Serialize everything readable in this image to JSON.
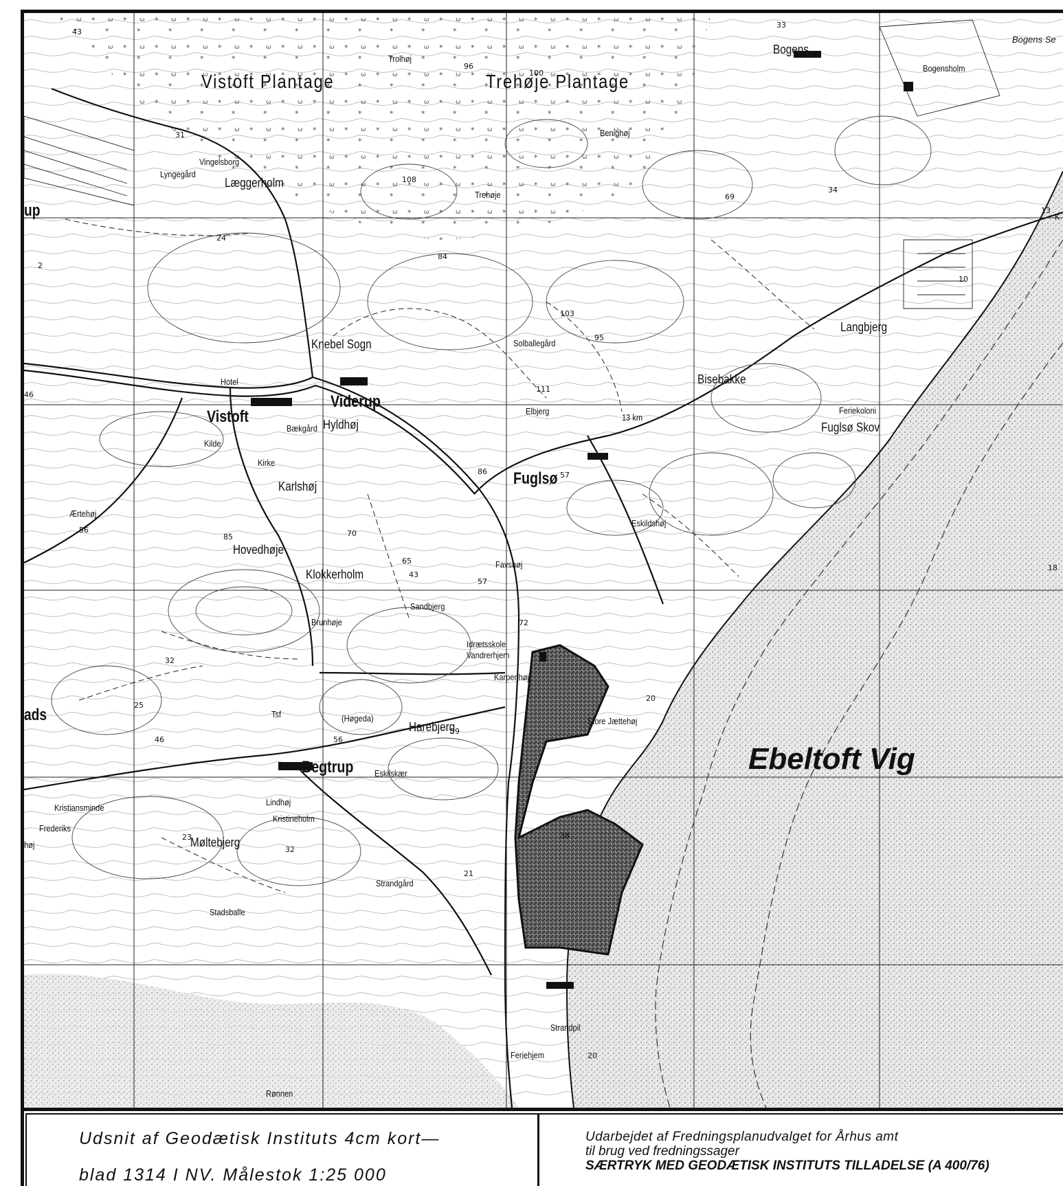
{
  "map": {
    "places": {
      "vistoft_plantage": "Vistoft Plantage",
      "trehoje_plantage": "Trehøje Plantage",
      "trolhoj": "Trolhøj",
      "bogens": "Bogens",
      "bogens_se": "Bogens Se",
      "bogensholm": "Bogensholm",
      "lyngegard": "Lyngegård",
      "vingelsborg": "Vingelsborg",
      "laeggerholm": "Læggerholm",
      "trehoje": "Trehøje",
      "benighoj": "Benighøj",
      "knebel_sogn": "Knebel Sogn",
      "solballegard": "Solballegård",
      "hotel": "Hotel",
      "viderup": "Viderup",
      "vistoft": "Vistoft",
      "baekgard": "Bækgård",
      "hyldhoj": "Hyldhøj",
      "kilde": "Kilde",
      "kirke": "Kirke",
      "karlshoj": "Karlshøj",
      "elbjerg": "Elbjerg",
      "km_marker": "13 km",
      "bisebakke": "Bisebakke",
      "langbjerg": "Langbjerg",
      "ferriekoloni": "Feriekoloni",
      "fuglsoe_skov": "Fuglsø Skov",
      "fuglso": "Fuglsø",
      "ertehoj": "Ærtehøj",
      "hovedhoje": "Hovedhøje",
      "eskildshoj": "Eskildshøj",
      "klokkerholm": "Klokkerholm",
      "favshoj": "Favshøj",
      "sandbjerg": "Sandbjerg",
      "brunhoje": "Brunhøje",
      "idraetsskole": "Idrætsskole",
      "vandrerhjem": "Vandrerhjem",
      "karpenhoj": "Karpenhøj",
      "tsf": "Tsf",
      "hogeda": "(Høgeda)",
      "harebjerg": "Harebjerg",
      "store_jaettehoj": "Store Jættehøj",
      "begtrup": "Begtrup",
      "eskilskaer": "Eskilskær",
      "kristiansminde": "Kristiansminde",
      "lindhoj": "Lindhøj",
      "kristinebolm": "Kristineholm",
      "frederiks": "Frederiks",
      "hoj_edge": "høj",
      "moltebjerg": "Møltebjerg",
      "strandgard": "Strandgård",
      "stadsballe": "Stadsballe",
      "strandpil": "Strandpil",
      "feriehjem": "Feriehjem",
      "ronnen": "Rønnen",
      "ebeltoft_vig": "Ebeltoft Vig",
      "up_edge": "up",
      "ads_edge": "ads",
      "k_edge": "K"
    },
    "spot_heights": [
      "43",
      "96",
      "100",
      "33",
      "31",
      "108",
      "69",
      "34",
      "13",
      "10",
      "24",
      "2",
      "84",
      "103",
      "95",
      "46",
      "111",
      "20",
      "86",
      "57",
      "56",
      "85",
      "70",
      "65",
      "72",
      "57",
      "43",
      "32",
      "25",
      "46",
      "56",
      "59",
      "23",
      "32",
      "21",
      "38",
      "20",
      "18"
    ]
  },
  "caption": {
    "left_line1": "Udsnit af Geodætisk Instituts 4cm kort—",
    "left_line2": "blad 1314 I NV. Målestok  1:25 000",
    "right_line1": "Udarbejdet af Fredningsplanudvalget for Århus amt",
    "right_line2": "til brug ved fredningssager",
    "right_line3": "SÆRTRYK MED GEODÆTISK INSTITUTS TILLADELSE (A 400/76)"
  }
}
